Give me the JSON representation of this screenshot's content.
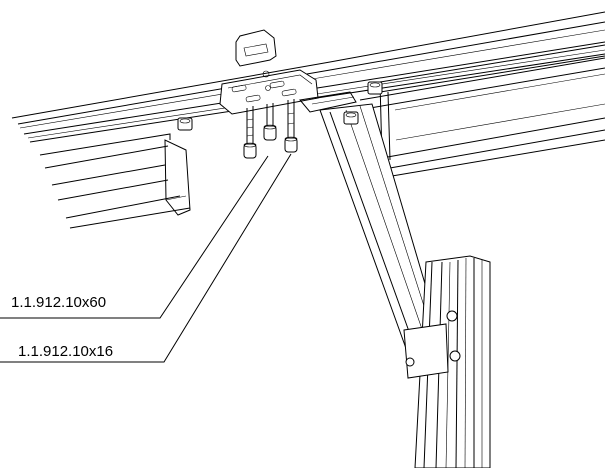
{
  "diagram": {
    "callouts": [
      {
        "id": "callout-1",
        "label": "1.1.912.10x60"
      },
      {
        "id": "callout-2",
        "label": "1.1.912.10x16"
      }
    ],
    "colors": {
      "line": "#000000",
      "background": "#ffffff"
    }
  }
}
